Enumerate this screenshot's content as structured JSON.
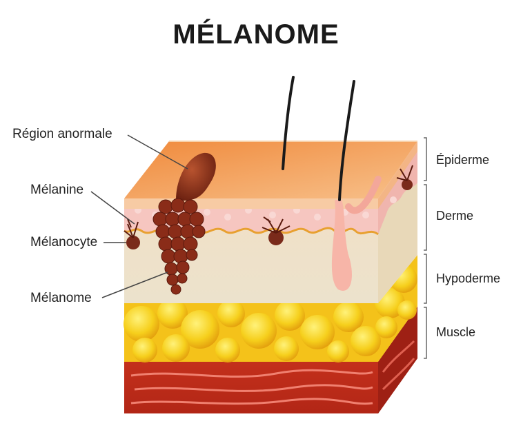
{
  "title": "MÉLANOME",
  "left_labels": {
    "region": "Région anormale",
    "melanin": "Mélanine",
    "melanocyte": "Mélanocyte",
    "melanoma": "Mélanome"
  },
  "right_labels": {
    "epidermis": "Épiderme",
    "dermis": "Derme",
    "hypodermis": "Hypoderme",
    "muscle": "Muscle"
  },
  "colors": {
    "epidermis_top": "#f2a25a",
    "epidermis_side": "#f7c89a",
    "dermis": "#efe3c8",
    "dermis_pink": "#f6c6c0",
    "fat": "#f7d21e",
    "fat_dark": "#e6a80e",
    "muscle": "#c8301f",
    "muscle_dark": "#8c1d12",
    "melanoma": "#7a2a1a",
    "leader": "#444444"
  }
}
